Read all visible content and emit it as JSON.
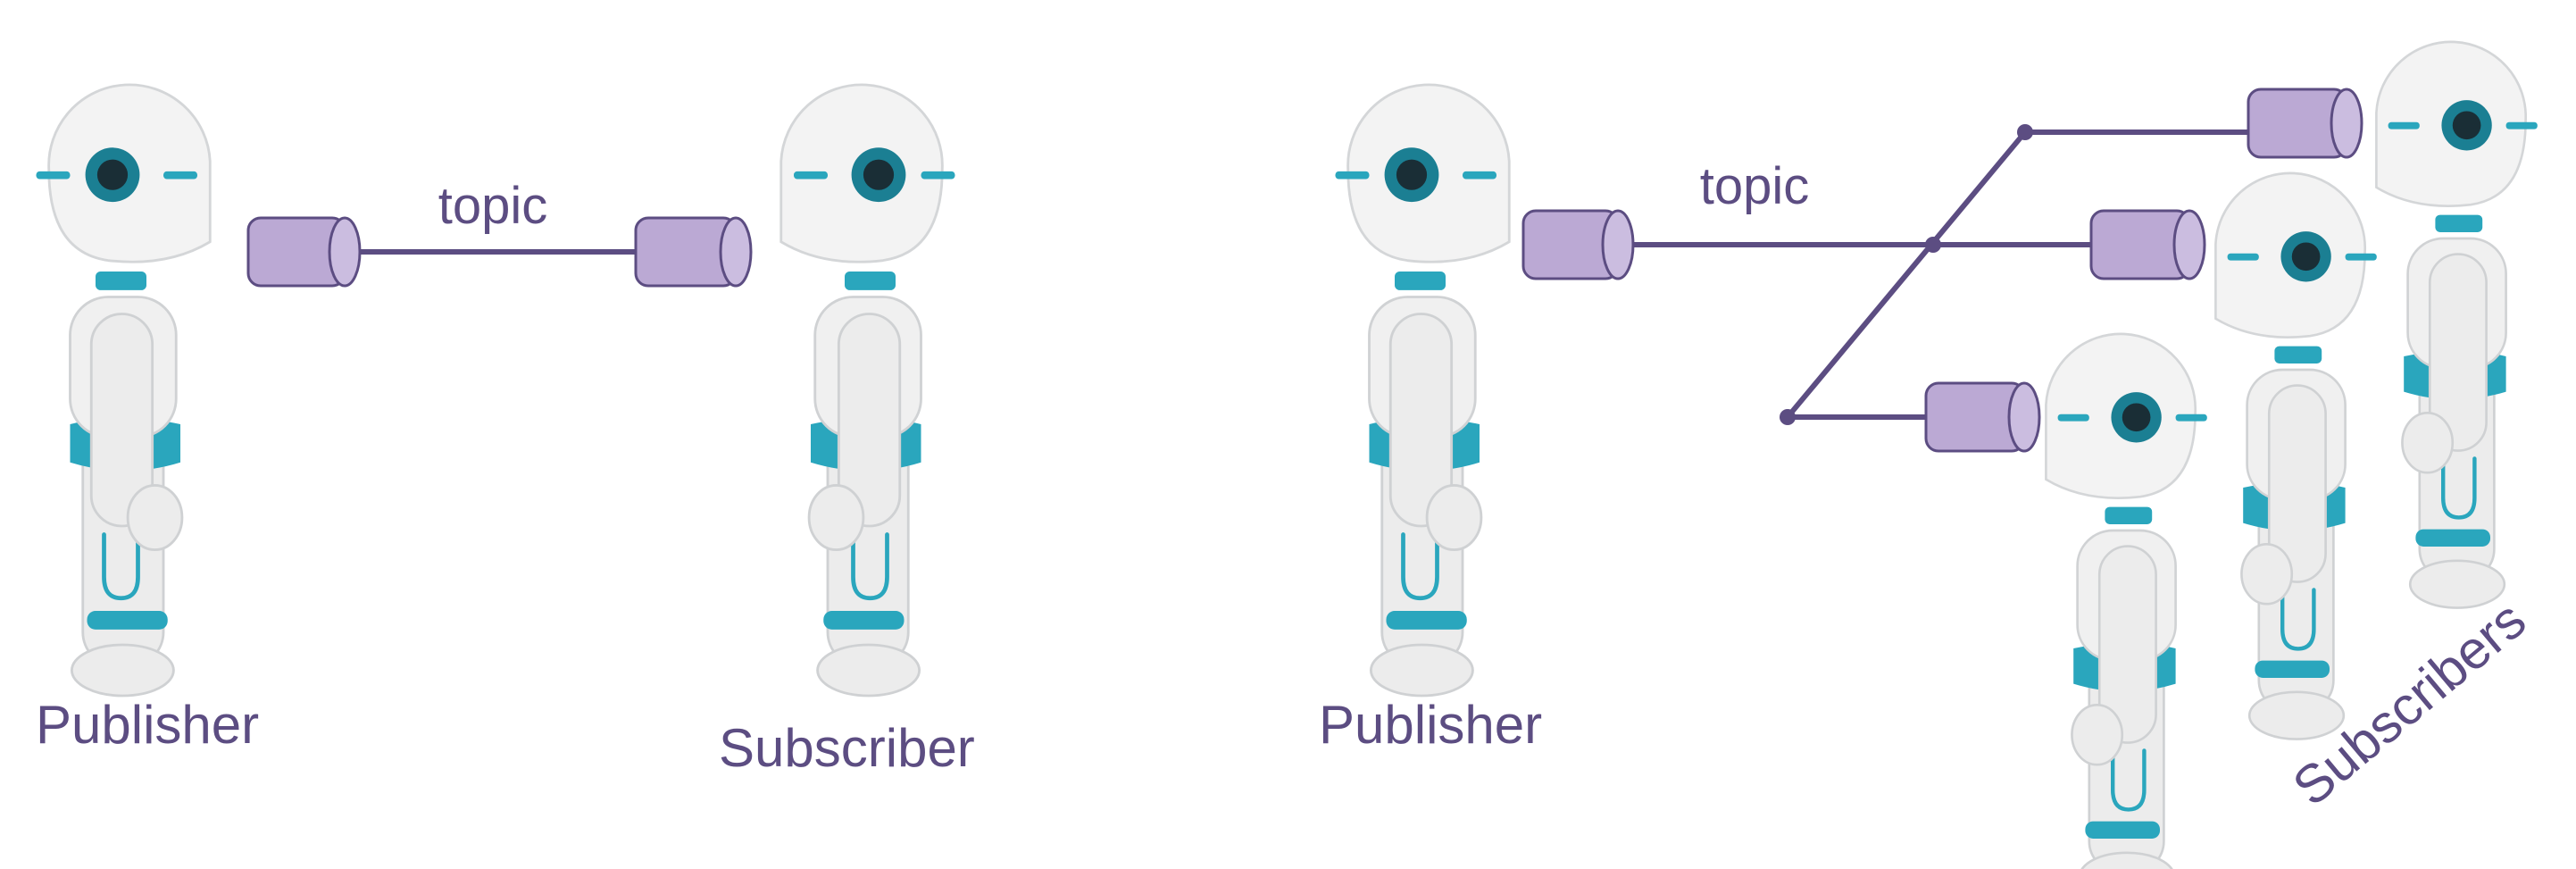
{
  "left_diagram": {
    "topic_label": "topic",
    "publisher_label": "Publisher",
    "subscriber_label": "Subscriber"
  },
  "right_diagram": {
    "topic_label": "topic",
    "publisher_label": "Publisher",
    "subscribers_label": "Subscribers"
  },
  "colors": {
    "accent": "#5c4d82",
    "cup_fill": "#bba9d4",
    "robot_teal": "#2aa6bd",
    "robot_white": "#f2f2f2"
  }
}
